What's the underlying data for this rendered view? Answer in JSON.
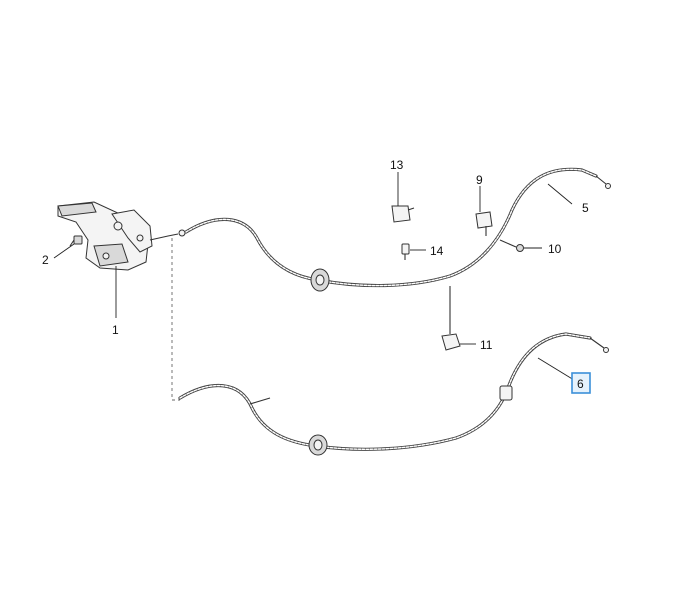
{
  "diagram": {
    "callouts": [
      {
        "id": "1",
        "label": "1"
      },
      {
        "id": "2",
        "label": "2"
      },
      {
        "id": "5",
        "label": "5"
      },
      {
        "id": "6",
        "label": "6",
        "highlighted": true
      },
      {
        "id": "9",
        "label": "9"
      },
      {
        "id": "10",
        "label": "10"
      },
      {
        "id": "11",
        "label": "11"
      },
      {
        "id": "13",
        "label": "13"
      },
      {
        "id": "14",
        "label": "14"
      }
    ],
    "colors": {
      "highlight_border": "#3b8fd9",
      "highlight_fill": "#e6f2fc",
      "line": "#333333"
    }
  }
}
